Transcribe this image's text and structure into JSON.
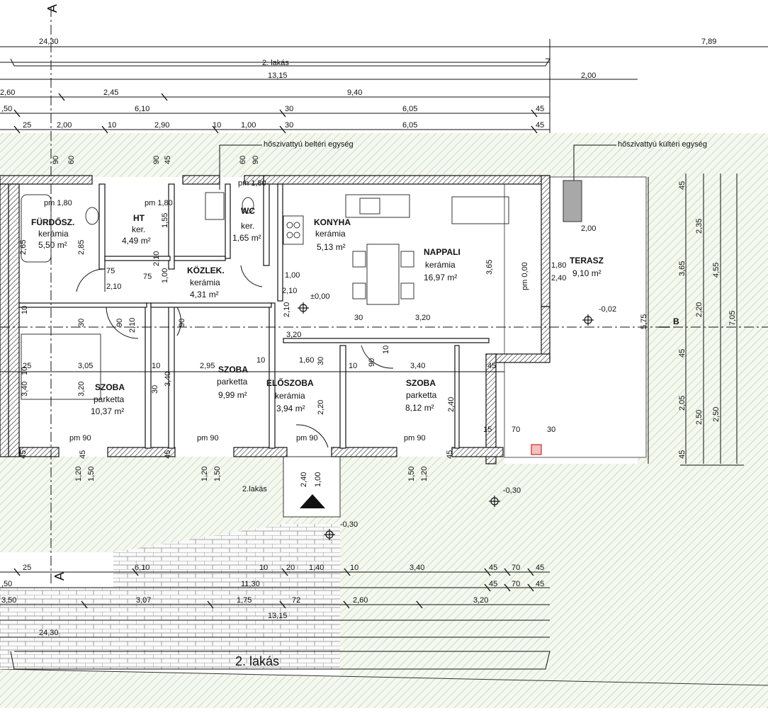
{
  "unit_label": "2. lakás",
  "unit_label_small": "2.lakás",
  "section_marks": {
    "a_top": "A",
    "a_bottom": "A",
    "b": "B"
  },
  "notes": {
    "indoor_unit": "hőszivattyú beltéri egység",
    "outdoor_unit": "hőszivattyú kültéri egység"
  },
  "levels": {
    "floor": "±0,00",
    "terrace": "-0,02",
    "ground1": "-0,30",
    "ground2": "-0,30",
    "terrace_pm": "pm 0,00"
  },
  "rooms": [
    {
      "name": "FÜRDŐSZ.",
      "floor": "kerámia",
      "area": "5,50 m²"
    },
    {
      "name": "HT",
      "floor": "ker.",
      "area": "4,49 m²"
    },
    {
      "name": "WC",
      "floor": "ker.",
      "area": "1,65 m²"
    },
    {
      "name": "KONYHA",
      "floor": "kerámia",
      "area": "5,13 m²"
    },
    {
      "name": "NAPPALI",
      "floor": "kerámia",
      "area": "16,97 m²"
    },
    {
      "name": "TERASZ",
      "floor": "",
      "area": "9,10 m²"
    },
    {
      "name": "KÖZLEK.",
      "floor": "kerámia",
      "area": "4,31 m²"
    },
    {
      "name": "SZOBA",
      "floor": "parketta",
      "area": "10,37 m²"
    },
    {
      "name": "SZOBA",
      "floor": "parketta",
      "area": "9,99 m²"
    },
    {
      "name": "ELŐSZOBA",
      "floor": "kerámia",
      "area": "3,94 m²"
    },
    {
      "name": "SZOBA",
      "floor": "parketta",
      "area": "8,12 m²"
    }
  ],
  "dims_top": {
    "total": "24,30",
    "right": "7,89",
    "r2": "13,15",
    "r2b": "2,00",
    "r3": [
      "2,60",
      "2,45",
      "9,40"
    ],
    "r4": [
      ",50",
      "6,10",
      "30",
      "6,05",
      "45"
    ],
    "r5": [
      "25",
      "2,00",
      "10",
      "2,90",
      "10",
      "1,00",
      "30",
      "6,05",
      "45"
    ],
    "terrace_w": "2,00"
  },
  "dims_bottom": {
    "r1": [
      "25",
      "6,10",
      "10",
      "20",
      "1,40",
      "10",
      "3,40",
      "45",
      "70",
      "45"
    ],
    "r2": [
      ",50",
      "11,30",
      "45",
      "70",
      "45"
    ],
    "r3": [
      "3,50",
      "3,07",
      "1,75",
      "72",
      "2,60",
      "3,20"
    ],
    "r4": "13,15",
    "r5": "24,30"
  },
  "dims_right": {
    "a": [
      "45",
      "2,35",
      "3,65",
      "45",
      "2,05",
      "45"
    ],
    "b": [
      "4,55",
      "2,20",
      "2,50"
    ],
    "c": [
      "7,05",
      "2,50"
    ],
    "d": "5,75"
  },
  "dims_inner": {
    "v1": [
      "90",
      "60",
      "90",
      "45",
      "60",
      "90"
    ],
    "pm": [
      "pm 1,80",
      "pm 1,80",
      "pm 1,80",
      "pm 90",
      "pm 90",
      "pm 90",
      "pm 90"
    ],
    "misc": [
      "2,85",
      "2,65",
      "1,55",
      "2,10",
      "75",
      "75",
      "2,10",
      "1,00",
      "2,10",
      "90",
      "90",
      "2,10",
      "10",
      "30",
      "3,20",
      "3,65",
      "1,80",
      "2,40",
      "1,00",
      "2,10",
      "30",
      "3,20",
      "10",
      "1,60",
      "30",
      "10",
      "90",
      "10",
      "3,40",
      "45",
      "25",
      "3,05",
      "10",
      "2,95",
      "10",
      "3,40",
      "3,20",
      "30",
      "2,20",
      "2,40",
      "15",
      "70",
      "30",
      "45",
      "45",
      "45",
      "45",
      "1,20",
      "1,50",
      "1,20",
      "1,50",
      "2,40",
      "1,00",
      "1,50",
      "1,20",
      "3,40"
    ]
  }
}
